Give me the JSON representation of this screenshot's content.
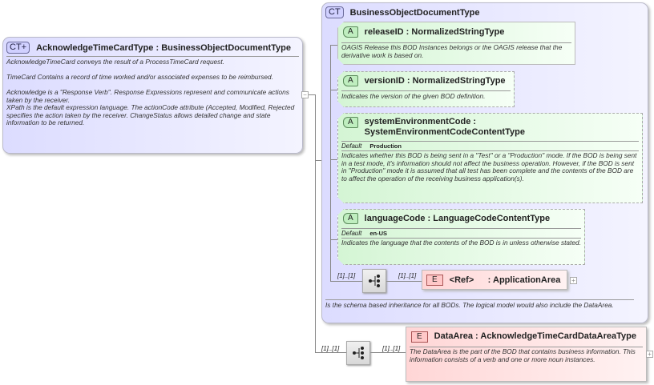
{
  "main_type": {
    "badge": "CT+",
    "name": "AcknowledgeTimeCardType",
    "separator": ":",
    "base": "BusinessObjectDocumentType",
    "doc": "AcknowledgeTimeCard conveys the result of a ProcessTimeCard request.\n\nTimeCard  Contains a record of time worked and/or associated expenses to be reimbursed.\n\nAcknowledge is a \"Response Verb\". Response Expressions represent and communicate actions taken by the receiver.\nXPath is the default expression language. The actionCode attribute (Accepted, Modified, Rejected\nspecifies the action taken by the receiver. ChangeStatus allows detailed change and state information to be returned.",
    "collapse": "−"
  },
  "bod": {
    "badge": "CT",
    "name": "BusinessObjectDocumentType",
    "attributes": [
      {
        "badge": "A",
        "name": "releaseID",
        "sep": ":",
        "type": "NormalizedStringType",
        "doc": "OAGIS Release this BOD Instances belongs or the OAGIS release that the derivative work is based on."
      },
      {
        "badge": "A",
        "name": "versionID",
        "sep": ":",
        "type": "NormalizedStringType",
        "doc": "Indicates the version of the given BOD definition."
      },
      {
        "badge": "A",
        "name": "systemEnvironmentCode",
        "sep": ":",
        "type": "SystemEnvironmentCodeContentType",
        "default_label": "Default",
        "default": "Production",
        "doc": "Indicates whether this BOD is being sent in a \"Test\" or a \"Production\" mode. If the BOD is being sent in a test mode, it's information should not affect the business operation. However, if the BOD is sent in \"Production\" mode it is assumed that all test has been complete and the contents of the BOD are to affect the operation of the receiving business application(s)."
      },
      {
        "badge": "A",
        "name": "languageCode",
        "sep": ":",
        "type": "LanguageCodeContentType",
        "default_label": "Default",
        "default": "en-US",
        "doc": "Indicates the language that the contents of the BOD is in unless otherwise stated."
      }
    ],
    "seq_card": "[1]..[1]",
    "el_card": "[1]..[1]",
    "app_area": {
      "badge": "E",
      "ref": "<Ref>",
      "sep": ":",
      "name": "ApplicationArea",
      "expand": "+"
    },
    "doc": "Is the schema based inheritance for all BODs. The logical model would also include the DataArea."
  },
  "data_area": {
    "seq_card": "[1]..[1]",
    "el_card": "[1]..[1]",
    "badge": "E",
    "name": "DataArea",
    "sep": ":",
    "type": "AcknowledgeTimeCardDataAreaType",
    "expand": "+",
    "doc": "The DataArea is the part of the BOD that contains business information. This information consists of a verb and one or more noun instances."
  }
}
